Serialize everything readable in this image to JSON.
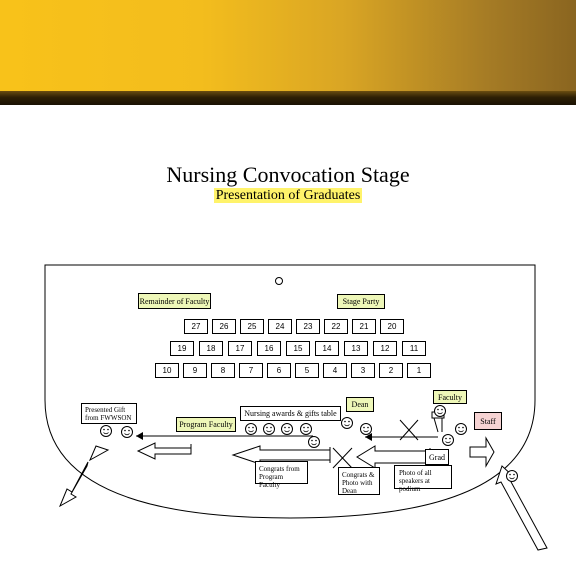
{
  "header": {
    "title": "Nursing Convocation Stage",
    "subtitle": "Presentation of Graduates"
  },
  "labels": {
    "remainder_faculty": "Remainder of Faculty",
    "stage_party": "Stage Party",
    "dean": "Dean",
    "faculty": "Faculty",
    "staff": "Staff",
    "grad": "Grad",
    "program_faculty": "Program Faculty",
    "awards_table": "Nursing awards & gifts table",
    "gift_line1": "Presented Gift",
    "gift_line2": "from FWWSON",
    "congrats_program_line1": "Congrats from",
    "congrats_program_line2": "Program Faculty",
    "congrats_dean_line1": "Congrats &",
    "congrats_dean_line2": "Photo with",
    "congrats_dean_line3": "Dean",
    "photo_line1": "Photo of all",
    "photo_line2": "speakers at podium"
  },
  "seats": {
    "row1": [
      "27",
      "26",
      "25",
      "24",
      "23",
      "22",
      "21",
      "20"
    ],
    "row2": [
      "19",
      "18",
      "17",
      "16",
      "15",
      "14",
      "13",
      "12",
      "11"
    ],
    "row3": [
      "10",
      "9",
      "8",
      "7",
      "6",
      "5",
      "4",
      "3",
      "2",
      "1"
    ]
  },
  "colors": {
    "banner_gold": "#f8c21a",
    "banner_dark": "#1a1203",
    "highlight_yellow": "#fff36a",
    "label_green": "#eef7b8",
    "staff_pink": "#f6d3d3"
  }
}
